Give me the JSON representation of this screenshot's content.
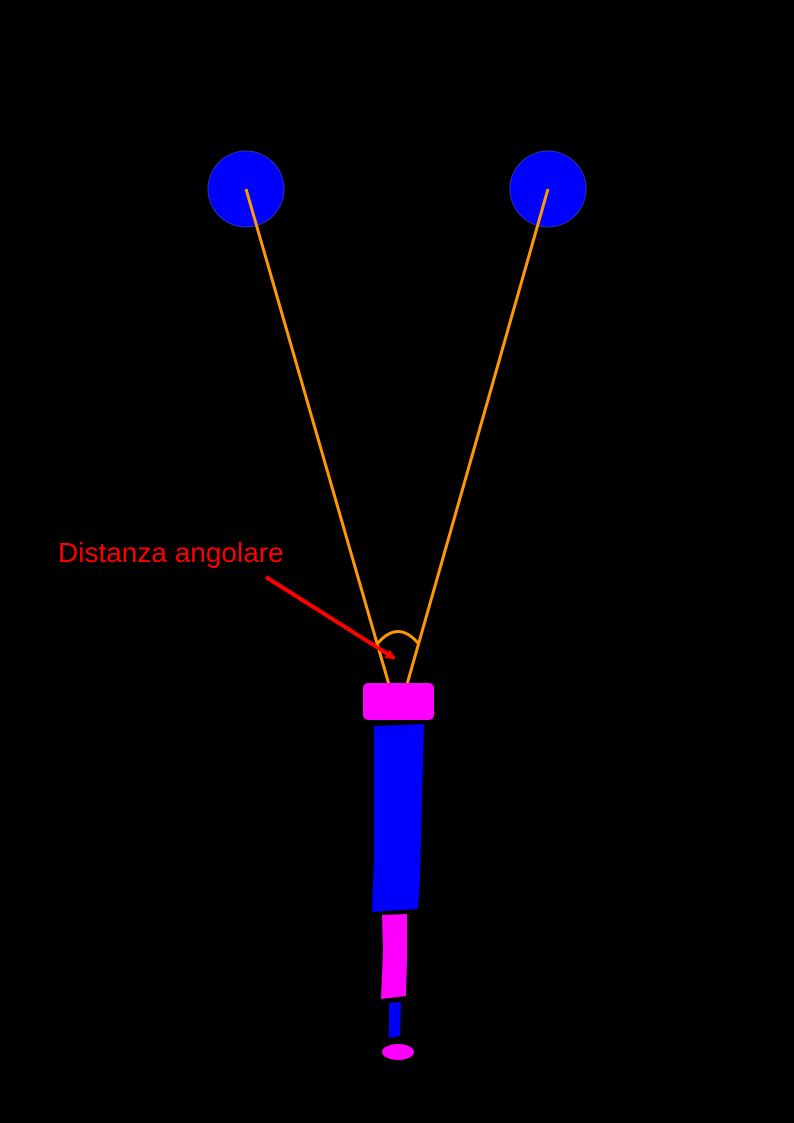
{
  "diagram": {
    "annotation_label": "Distanza angolare",
    "colors": {
      "background": "#000000",
      "star": "#0000ff",
      "sight_line": "#ff9900",
      "annotation": "#ff0000",
      "telescope_body": "#0000ff",
      "telescope_ring": "#ff00ff"
    },
    "nodes": [
      {
        "id": "star-left",
        "kind": "star"
      },
      {
        "id": "star-right",
        "kind": "star"
      },
      {
        "id": "telescope",
        "kind": "telescope"
      }
    ],
    "edges": [
      {
        "from": "telescope",
        "to": "star-left",
        "kind": "line-of-sight"
      },
      {
        "from": "telescope",
        "to": "star-right",
        "kind": "line-of-sight"
      }
    ]
  }
}
